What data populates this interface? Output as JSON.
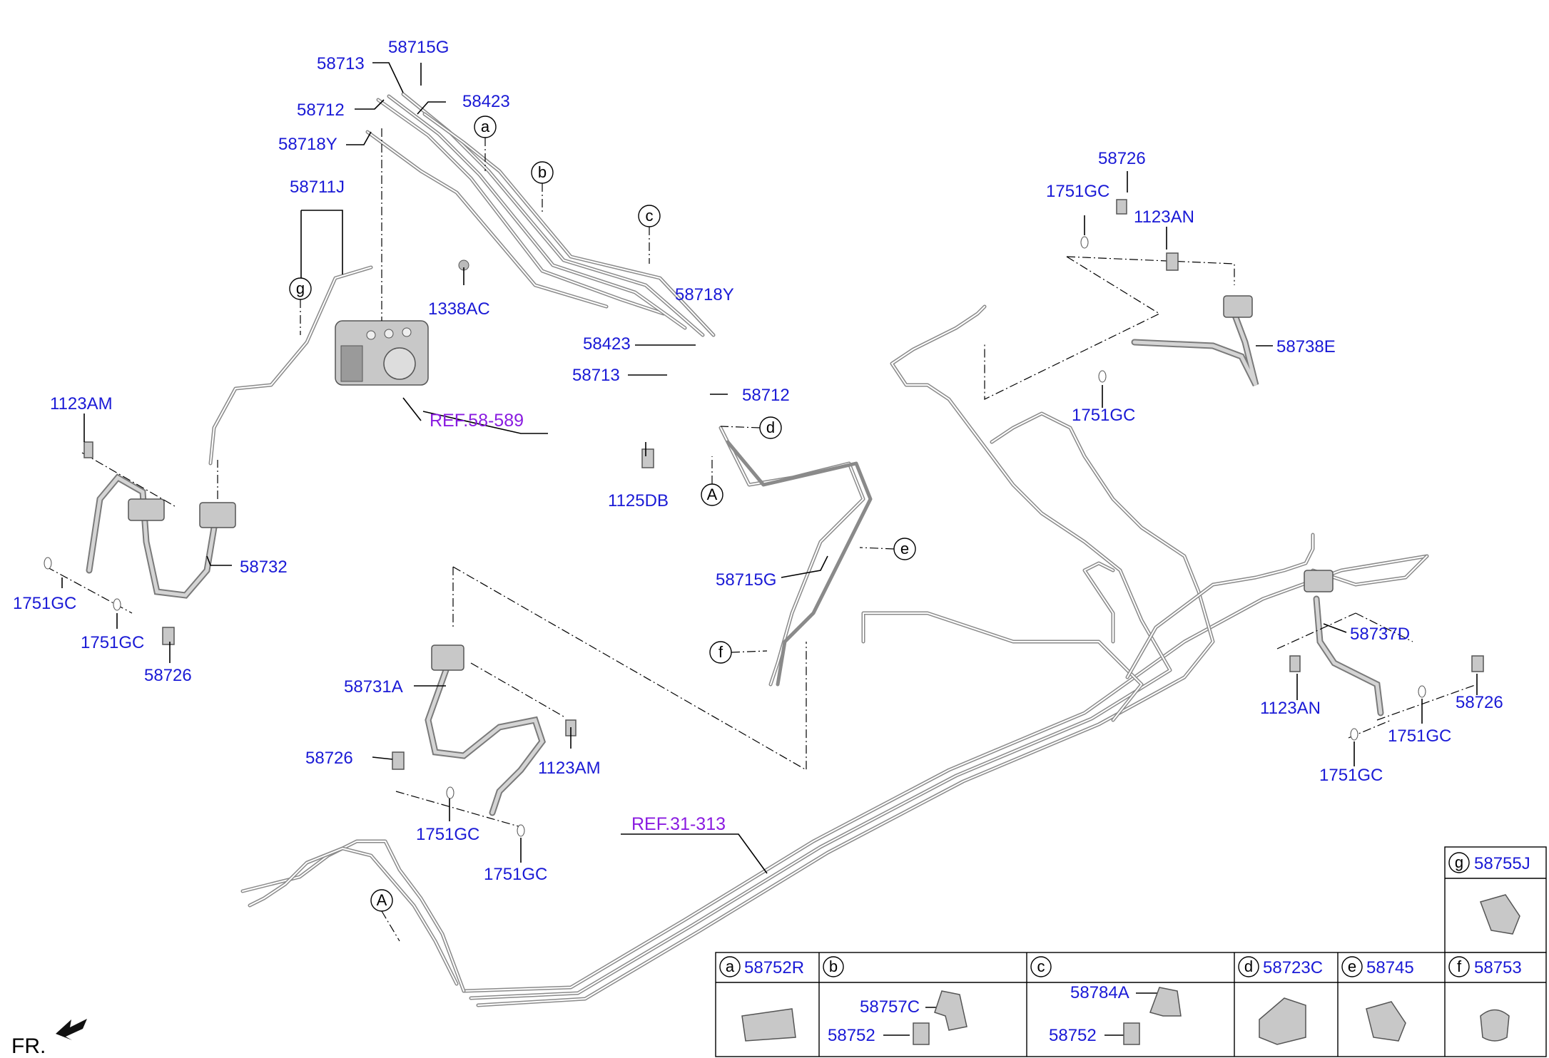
{
  "labels": {
    "p58713_top": "58713",
    "p58715g_top": "58715G",
    "p58712_top": "58712",
    "p58423_top": "58423",
    "p58718y_top": "58718Y",
    "p58711j": "58711J",
    "p1338ac": "1338AC",
    "p58718y_mid": "58718Y",
    "p58423_mid": "58423",
    "p58713_mid": "58713",
    "p58712_mid": "58712",
    "p1125db": "1125DB",
    "p58715g_mid": "58715G",
    "p1123am_left": "1123AM",
    "p58732": "58732",
    "p1751gc_l1": "1751GC",
    "p1751gc_l2": "1751GC",
    "p58726_left": "58726",
    "p58731a": "58731A",
    "p58726_mid": "58726",
    "p1123am_mid": "1123AM",
    "p1751gc_m1": "1751GC",
    "p1751gc_m2": "1751GC",
    "p58726_tr": "58726",
    "p1751gc_tr1": "1751GC",
    "p1123an_tr": "1123AN",
    "p58738e": "58738E",
    "p1751gc_tr2": "1751GC",
    "p58737d": "58737D",
    "p1123an_r": "1123AN",
    "p58726_r": "58726",
    "p1751gc_r1": "1751GC",
    "p1751gc_r2": "1751GC"
  },
  "refs": {
    "ref_58_589": "REF.58-589",
    "ref_31_313": "REF.31-313"
  },
  "callouts": {
    "a": "a",
    "b": "b",
    "c": "c",
    "d": "d",
    "e": "e",
    "f": "f",
    "g": "g",
    "A_top": "A",
    "A_bottom": "A"
  },
  "legend": {
    "g": {
      "letter": "g",
      "part": "58755J"
    },
    "a": {
      "letter": "a",
      "part": "58752R"
    },
    "b": {
      "letter": "b",
      "parts": [
        "58757C",
        "58752"
      ]
    },
    "c": {
      "letter": "c",
      "parts": [
        "58784A",
        "58752"
      ]
    },
    "d": {
      "letter": "d",
      "part": "58723C"
    },
    "e": {
      "letter": "e",
      "part": "58745"
    },
    "f": {
      "letter": "f",
      "part": "58753"
    }
  },
  "direction": "FR.",
  "colors": {
    "part_number": "#1a1ad6",
    "reference": "#8a1be0"
  }
}
